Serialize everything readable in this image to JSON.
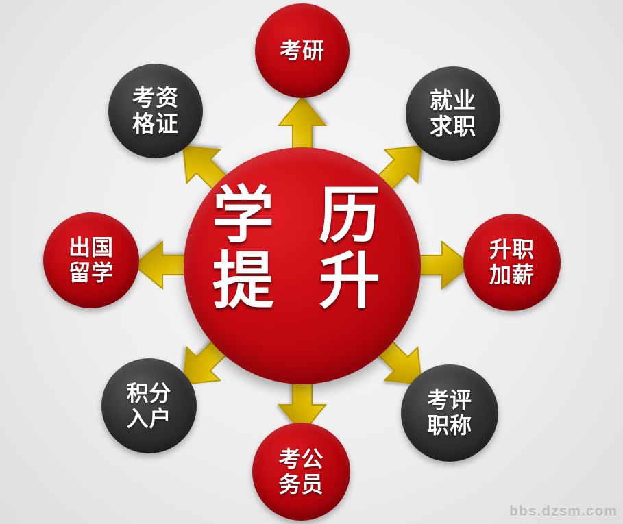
{
  "diagram": {
    "center_label": "学 历\n提 升",
    "nodes": [
      {
        "label": "考研",
        "color": "red"
      },
      {
        "label": "考资\n格证",
        "color": "dark"
      },
      {
        "label": "就业\n求职",
        "color": "dark"
      },
      {
        "label": "出国\n留学",
        "color": "red"
      },
      {
        "label": "升职\n加薪",
        "color": "red"
      },
      {
        "label": "积分\n入户",
        "color": "dark"
      },
      {
        "label": "考评\n职称",
        "color": "dark"
      },
      {
        "label": "考公\n务员",
        "color": "red"
      }
    ],
    "colors": {
      "red": "#c0050b",
      "dark": "#333333",
      "arrow": "#d9b800",
      "background": "#eeeeee"
    }
  },
  "watermark": {
    "text": "bbs.dzsm.com"
  }
}
